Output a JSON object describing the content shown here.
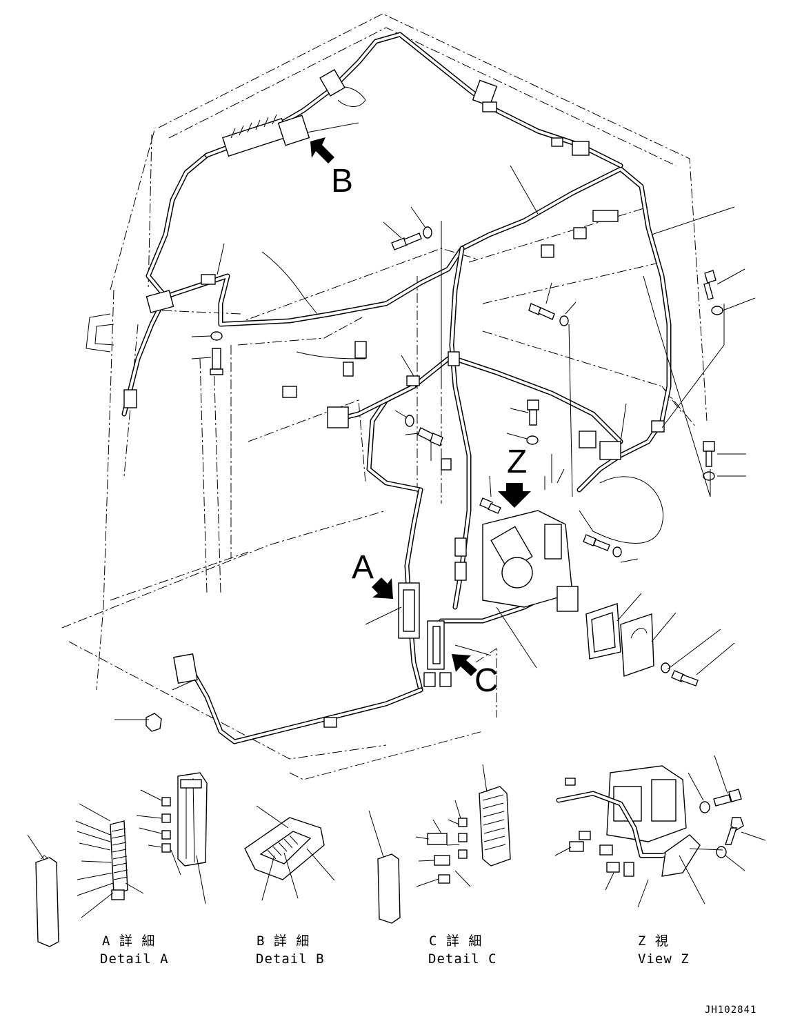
{
  "view_labels": {
    "B": "B",
    "Z": "Z",
    "A": "A",
    "C": "C"
  },
  "details": [
    {
      "jp": "A 詳 細",
      "en": "Detail A"
    },
    {
      "jp": "B 詳 細",
      "en": "Detail B"
    },
    {
      "jp": "C 詳 細",
      "en": "Detail C"
    },
    {
      "jp": "Z   視",
      "en": "View Z"
    }
  ],
  "drawing_code": "JH102841"
}
